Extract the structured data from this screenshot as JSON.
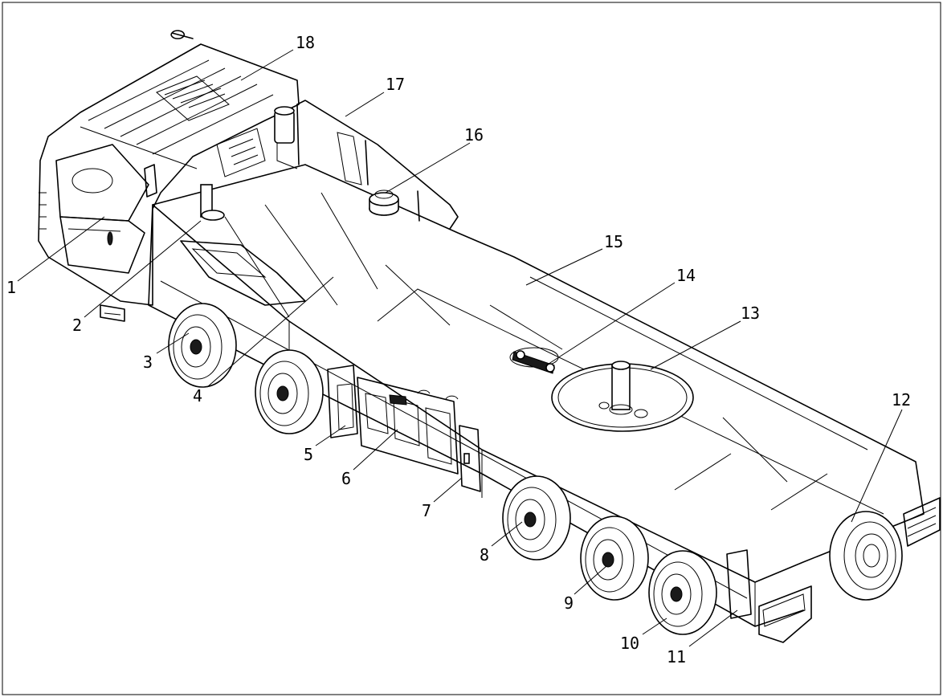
{
  "drawing": {
    "subject": "multi-axle heavy vehicle chassis with cab, slewing ring and component callouts",
    "line_color": "#000000",
    "background": "#ffffff"
  },
  "callouts": [
    {
      "id": "c1",
      "label": "1"
    },
    {
      "id": "c2",
      "label": "2"
    },
    {
      "id": "c3",
      "label": "3"
    },
    {
      "id": "c4",
      "label": "4"
    },
    {
      "id": "c5",
      "label": "5"
    },
    {
      "id": "c6",
      "label": "6"
    },
    {
      "id": "c7",
      "label": "7"
    },
    {
      "id": "c8",
      "label": "8"
    },
    {
      "id": "c9",
      "label": "9"
    },
    {
      "id": "c10",
      "label": "10"
    },
    {
      "id": "c11",
      "label": "11"
    },
    {
      "id": "c12",
      "label": "12"
    },
    {
      "id": "c13",
      "label": "13"
    },
    {
      "id": "c14",
      "label": "14"
    },
    {
      "id": "c15",
      "label": "15"
    },
    {
      "id": "c16",
      "label": "16"
    },
    {
      "id": "c17",
      "label": "17"
    },
    {
      "id": "c18",
      "label": "18"
    }
  ]
}
